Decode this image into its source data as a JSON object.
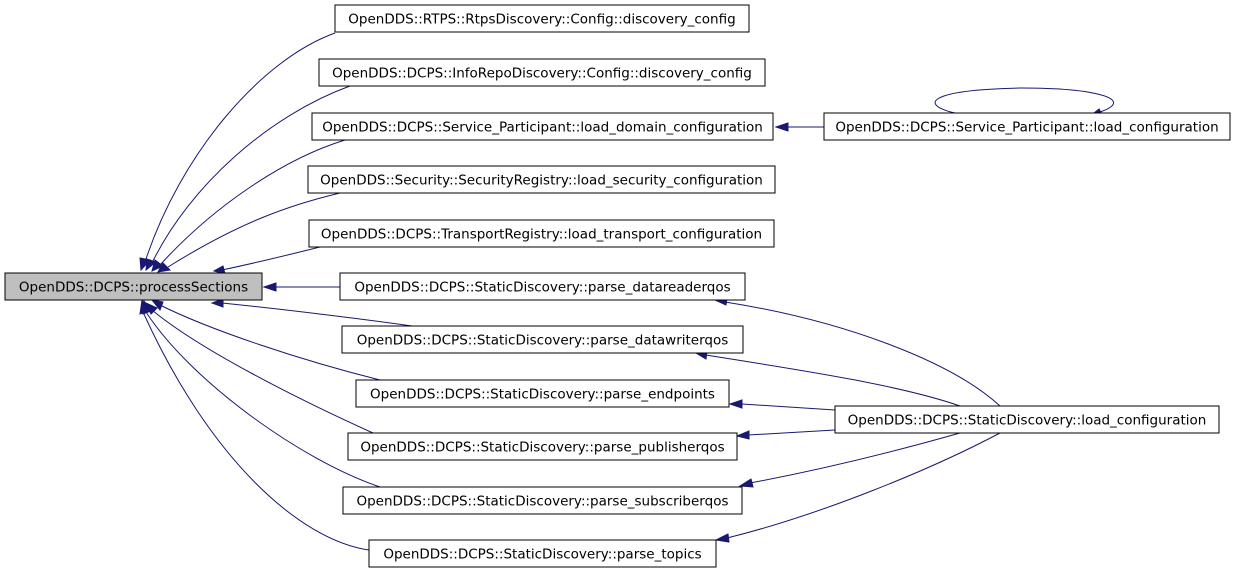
{
  "graph": {
    "nodes": {
      "root": "OpenDDS::DCPS::processSections",
      "rtps_discovery_config": "OpenDDS::RTPS::RtpsDiscovery::Config::discovery_config",
      "inforepo_discovery_config": "OpenDDS::DCPS::InfoRepoDiscovery::Config::discovery_config",
      "sp_load_domain_configuration": "OpenDDS::DCPS::Service_Participant::load_domain_configuration",
      "security_load_security_configuration": "OpenDDS::Security::SecurityRegistry::load_security_configuration",
      "transport_load_transport_configuration": "OpenDDS::DCPS::TransportRegistry::load_transport_configuration",
      "sd_parse_datareaderqos": "OpenDDS::DCPS::StaticDiscovery::parse_datareaderqos",
      "sd_parse_datawriterqos": "OpenDDS::DCPS::StaticDiscovery::parse_datawriterqos",
      "sd_parse_endpoints": "OpenDDS::DCPS::StaticDiscovery::parse_endpoints",
      "sd_parse_publisherqos": "OpenDDS::DCPS::StaticDiscovery::parse_publisherqos",
      "sd_parse_subscriberqos": "OpenDDS::DCPS::StaticDiscovery::parse_subscriberqos",
      "sd_parse_topics": "OpenDDS::DCPS::StaticDiscovery::parse_topics",
      "sp_load_configuration": "OpenDDS::DCPS::Service_Participant::load_configuration",
      "sd_load_configuration": "OpenDDS::DCPS::StaticDiscovery::load_configuration"
    },
    "edges": [
      {
        "from": "rtps_discovery_config",
        "to": "root"
      },
      {
        "from": "inforepo_discovery_config",
        "to": "root"
      },
      {
        "from": "sp_load_domain_configuration",
        "to": "root"
      },
      {
        "from": "security_load_security_configuration",
        "to": "root"
      },
      {
        "from": "transport_load_transport_configuration",
        "to": "root"
      },
      {
        "from": "sd_parse_datareaderqos",
        "to": "root"
      },
      {
        "from": "sd_parse_datawriterqos",
        "to": "root"
      },
      {
        "from": "sd_parse_endpoints",
        "to": "root"
      },
      {
        "from": "sd_parse_publisherqos",
        "to": "root"
      },
      {
        "from": "sd_parse_subscriberqos",
        "to": "root"
      },
      {
        "from": "sd_parse_topics",
        "to": "root"
      },
      {
        "from": "sp_load_configuration",
        "to": "sp_load_domain_configuration"
      },
      {
        "from": "sp_load_configuration",
        "to": "sp_load_configuration"
      },
      {
        "from": "sd_load_configuration",
        "to": "sd_parse_datareaderqos"
      },
      {
        "from": "sd_load_configuration",
        "to": "sd_parse_datawriterqos"
      },
      {
        "from": "sd_load_configuration",
        "to": "sd_parse_endpoints"
      },
      {
        "from": "sd_load_configuration",
        "to": "sd_parse_publisherqos"
      },
      {
        "from": "sd_load_configuration",
        "to": "sd_parse_subscriberqos"
      },
      {
        "from": "sd_load_configuration",
        "to": "sd_parse_topics"
      }
    ],
    "colors": {
      "edge": "#191970",
      "root_fill": "#bfbfbf",
      "node_fill": "#ffffff",
      "node_border": "#000000"
    }
  }
}
